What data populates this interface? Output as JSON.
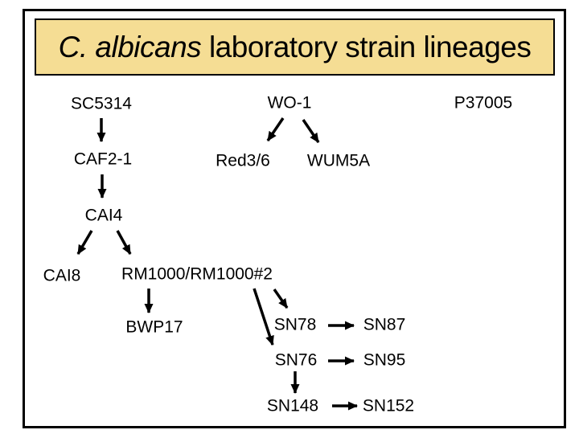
{
  "title": {
    "italic": "C. albicans",
    "rest": " laboratory strain lineages",
    "background_color": "#F5DD94",
    "border_color": "#000000"
  },
  "canvas": {
    "background_color": "#ffffff",
    "frame_border_color": "#000000",
    "arrow_color": "#000000",
    "text_color": "#000000"
  },
  "nodes": [
    {
      "label": "SC5314"
    },
    {
      "label": "WO-1"
    },
    {
      "label": "P37005"
    },
    {
      "label": "CAF2-1"
    },
    {
      "label": "Red3/6"
    },
    {
      "label": "WUM5A"
    },
    {
      "label": "CAI4"
    },
    {
      "label": "CAI8"
    },
    {
      "label": "RM1000/RM1000#2"
    },
    {
      "label": "BWP17"
    },
    {
      "label": "SN78"
    },
    {
      "label": "SN87"
    },
    {
      "label": "SN76"
    },
    {
      "label": "SN95"
    },
    {
      "label": "SN148"
    },
    {
      "label": "SN152"
    }
  ],
  "edges": [
    {
      "from": "SC5314",
      "to": "CAF2-1"
    },
    {
      "from": "CAF2-1",
      "to": "CAI4"
    },
    {
      "from": "WO-1",
      "to": "Red3/6"
    },
    {
      "from": "WO-1",
      "to": "WUM5A"
    },
    {
      "from": "CAI4",
      "to": "CAI8"
    },
    {
      "from": "CAI4",
      "to": "RM1000/RM1000#2"
    },
    {
      "from": "RM1000/RM1000#2",
      "to": "BWP17"
    },
    {
      "from": "RM1000/RM1000#2",
      "to": "SN78"
    },
    {
      "from": "RM1000/RM1000#2",
      "to": "SN76"
    },
    {
      "from": "SN78",
      "to": "SN87"
    },
    {
      "from": "SN76",
      "to": "SN95"
    },
    {
      "from": "SN76",
      "to": "SN148"
    },
    {
      "from": "SN148",
      "to": "SN152"
    }
  ]
}
